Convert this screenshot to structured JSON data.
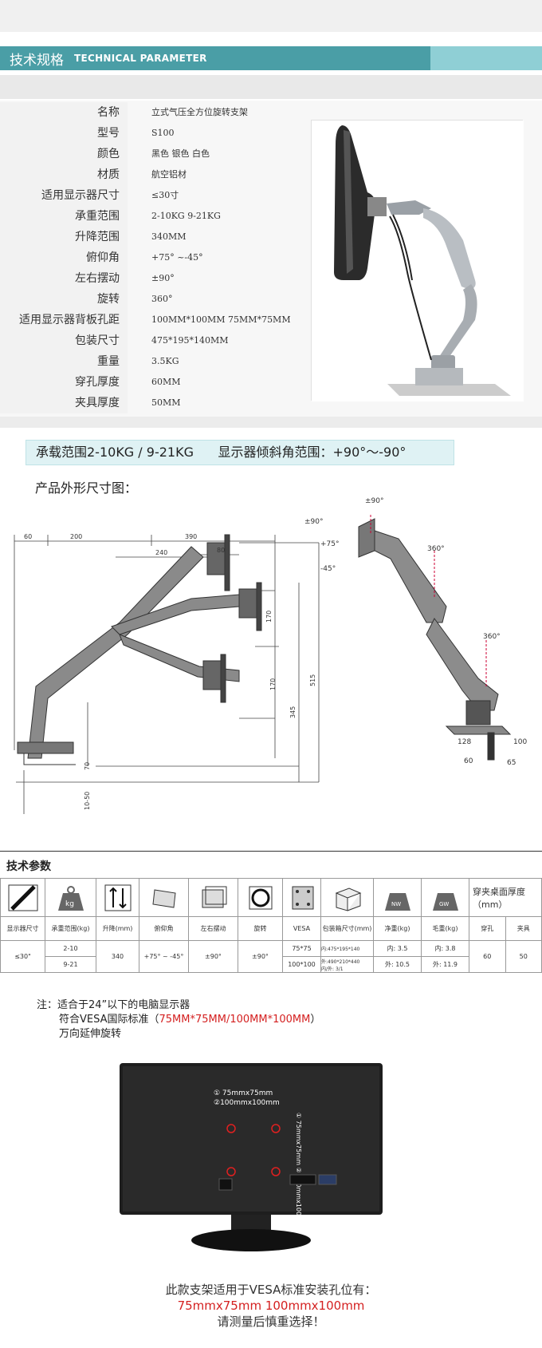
{
  "header": {
    "title_cn": "技术规格",
    "title_en": "TECHNICAL PARAMETER"
  },
  "spec_rows": [
    {
      "label": "名称",
      "value": "立式气压全方位旋转支架"
    },
    {
      "label": "型号",
      "value": "S100"
    },
    {
      "label": "颜色",
      "value": "黑色 银色  白色"
    },
    {
      "label": "材质",
      "value": "航空铝材"
    },
    {
      "label": "适用显示器尺寸",
      "value": "≤30寸"
    },
    {
      "label": "承重范围",
      "value": "2-10KG 9-21KG"
    },
    {
      "label": "升降范围",
      "value": "340MM"
    },
    {
      "label": "俯仰角",
      "value": "+75° ~-45°"
    },
    {
      "label": "左右摆动",
      "value": "±90°"
    },
    {
      "label": "旋转",
      "value": "360°"
    },
    {
      "label": "适用显示器背板孔距",
      "value": "100MM*100MM  75MM*75MM"
    },
    {
      "label": "包装尺寸",
      "value": "475*195*140MM"
    },
    {
      "label": "重量",
      "value": "3.5KG"
    },
    {
      "label": "穿孔厚度",
      "value": "60MM"
    },
    {
      "label": "夹具厚度",
      "value": "50MM"
    }
  ],
  "load_banner": "承载范围2-10KG / 9-21KG      显示器倾斜角范围：+90°～-90°",
  "dim_title": "产品外形尺寸图：",
  "dims": {
    "d60": "60",
    "d200": "200",
    "d390": "390",
    "d240": "240",
    "d80": "80",
    "d170a": "170",
    "d170b": "170",
    "d345": "345",
    "d515": "515",
    "d70": "70",
    "d1050": "10-50",
    "p90": "±90°",
    "p90b": "±90°",
    "p75": "+75°",
    "m45": "-45°",
    "r360a": "360°",
    "r360b": "360°",
    "b128": "128",
    "b100": "100",
    "b60": "60",
    "b65": "65"
  },
  "tech": {
    "title": "技术参数",
    "headers": [
      "显示器尺寸",
      "承重范围(kg)",
      "升降(mm)",
      "俯仰角",
      "左右摆动",
      "旋转",
      "VESA",
      "包装箱尺寸(mm)",
      "净重(kg)",
      "毛重(kg)",
      "穿孔",
      "夹具"
    ],
    "extra_header": "穿夹桌面厚度（mm）",
    "icon_kg": "kg",
    "icon_nw": "NW",
    "icon_gw": "GW",
    "size": "≤30\"",
    "load1": "2-10",
    "load2": "9-21",
    "lift": "340",
    "tilt": "+75° ~ -45°",
    "swing": "±90°",
    "rotate": "±90°",
    "vesa1": "75*75",
    "vesa2": "100*100",
    "pack1": "内:475*195*140",
    "pack2": "外:490*210*440",
    "pack3": "内/外: 3/1",
    "nw1": "内: 3.5",
    "nw2": "外: 10.5",
    "gw1": "内: 3.8",
    "gw2": "外: 11.9",
    "hole": "60",
    "clamp": "50"
  },
  "note": {
    "line1": "注：适合于24”以下的电脑显示器",
    "line2a": "符合VESA国际标准（",
    "line2b": "75MM*75MM/100MM*100MM",
    "line2c": "）",
    "line3": "万向延伸旋转"
  },
  "monitor": {
    "lbl1": "① 75mmx75mm",
    "lbl2": "②100mmx100mm",
    "side": "① 75mmx75mm ② 100mmx100mm"
  },
  "bottom": {
    "line1": "此款支架适用于VESA标准安装孔位有：",
    "line2": "75mmx75mm   100mmx100mm",
    "line3": "请测量后慎重选择！"
  }
}
